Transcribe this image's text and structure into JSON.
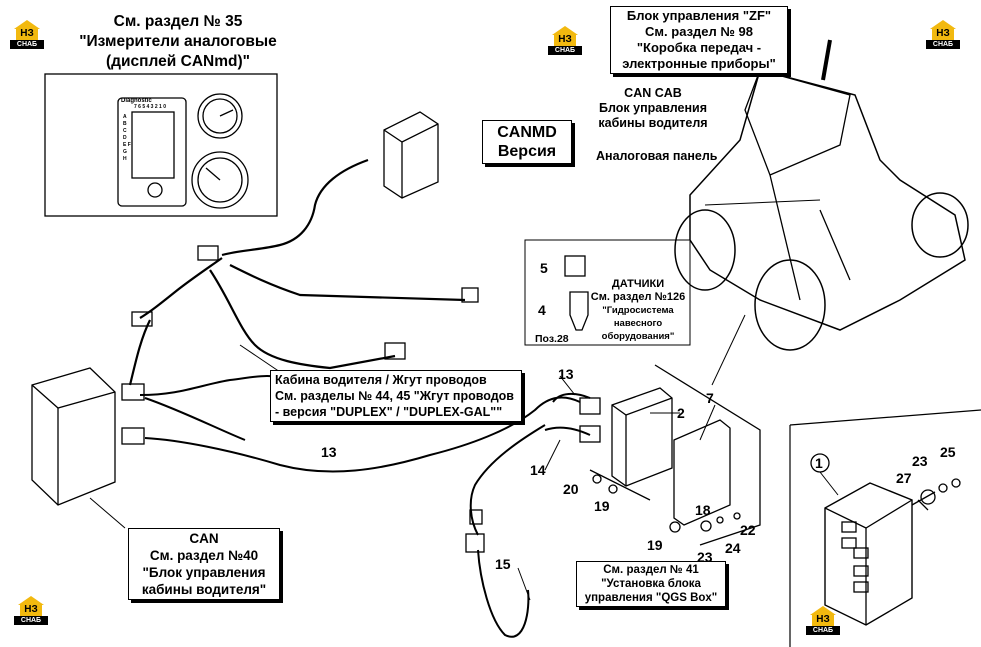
{
  "labels": {
    "section35": [
      "См. раздел № 35",
      "\"Измерители аналоговые",
      "(дисплей CANmd)\""
    ],
    "zf_block": [
      "Блок управления \"ZF\"",
      "См. раздел № 98",
      "\"Коробка передач -",
      "электронные приборы\""
    ],
    "can_cab": [
      "CAN CAB",
      "Блок управления",
      "кабины водителя"
    ],
    "analog_panel": "Аналоговая панель",
    "canmd": [
      "CANMD",
      "Версия"
    ],
    "sensors": [
      "ДАТЧИКИ",
      "См. раздел №126",
      "\"Гидросистема",
      "навесного",
      "оборудования\""
    ],
    "poz": "Поз.28",
    "cabin_harness": [
      "Кабина водителя / Жгут проводов",
      "См. разделы № 44, 45 \"Жгут проводов",
      "- версия \"DUPLEX\" / \"DUPLEX-GAL\"\""
    ],
    "can_block": [
      "CAN",
      "См. раздел №40",
      "\"Блок управления",
      "кабины водителя\""
    ],
    "qgs": [
      "См. раздел № 41",
      "\"Установка блока",
      "управления \"QGS Box\""
    ],
    "diag_text": "Diagnostic",
    "diag_digits": "7 6 5 4 3 2 1 0",
    "diag_letters": "A B C D E F G H"
  },
  "callouts": {
    "n1": "1",
    "n2": "2",
    "n4": "4",
    "n5": "5",
    "n7": "7",
    "n13a": "13",
    "n13b": "13",
    "n14": "14",
    "n15": "15",
    "n18": "18",
    "n19a": "19",
    "n19b": "19",
    "n20": "20",
    "n22": "22",
    "n23a": "23",
    "n23b": "23",
    "n24": "24",
    "n25": "25",
    "n27": "27"
  },
  "logo": {
    "mark": "НЗ",
    "tag": "СНАБ"
  },
  "colors": {
    "logo": "#f2b90f",
    "ink": "#000000"
  }
}
